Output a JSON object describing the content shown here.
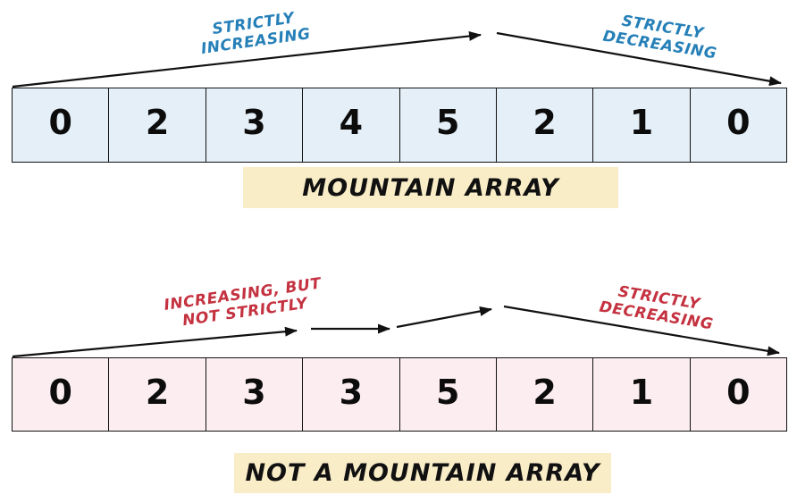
{
  "colors": {
    "mountain_cell_bg": "#e4eff8",
    "not_mountain_cell_bg": "#fcedf0",
    "label_highlight_bg": "#f9edc7",
    "increasing_text_blue": "#2680b8",
    "warning_text_red": "#c43240",
    "line_black": "#111111"
  },
  "mountain": {
    "values": [
      "0",
      "2",
      "3",
      "4",
      "5",
      "2",
      "1",
      "0"
    ],
    "label": "MOUNTAIN ARRAY",
    "annotation_increasing": "STRICTLY\nINCREASING",
    "annotation_decreasing": "STRICTLY\nDECREASING"
  },
  "not_mountain": {
    "values": [
      "0",
      "2",
      "3",
      "3",
      "5",
      "2",
      "1",
      "0"
    ],
    "label": "NOT A MOUNTAIN ARRAY",
    "annotation_increasing": "INCREASING, BUT\nNOT STRICTLY",
    "annotation_decreasing": "STRICTLY\nDECREASING"
  }
}
